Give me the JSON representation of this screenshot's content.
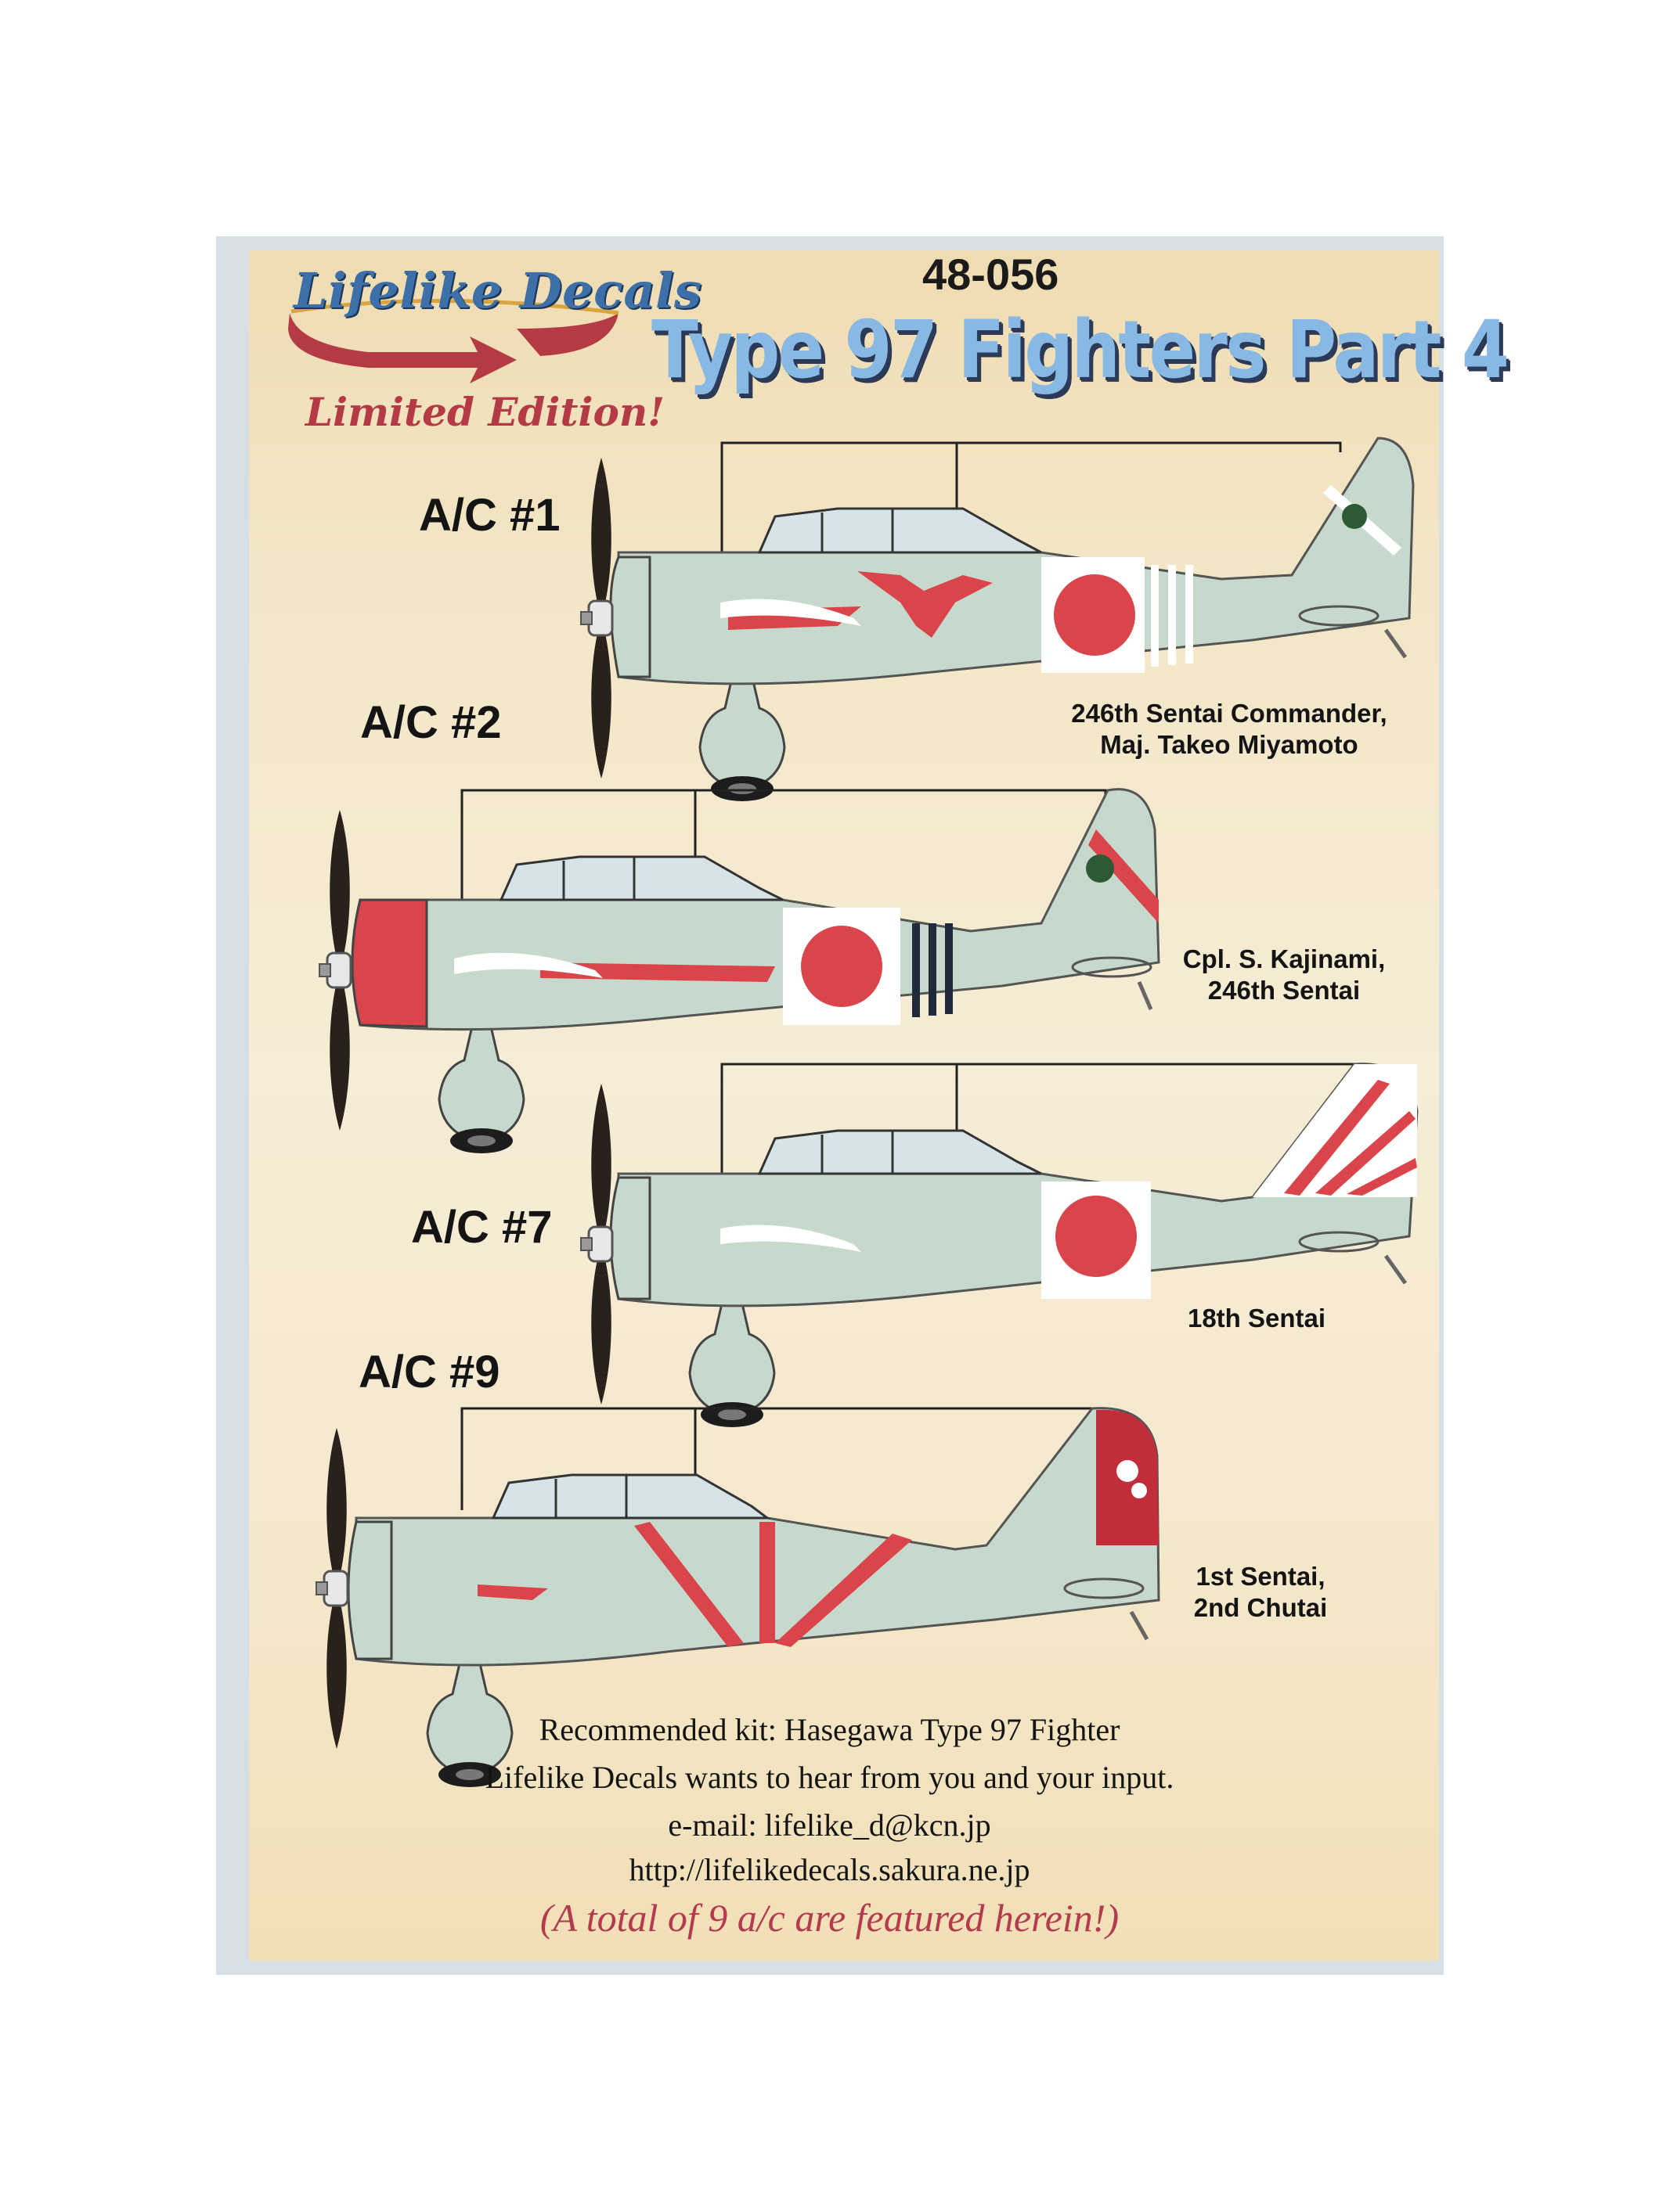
{
  "brand": {
    "name": "Lifelike Decals",
    "edition": "Limited Edition!"
  },
  "product": {
    "catalog_number": "48-056",
    "title": "Type 97 Fighters Part 4"
  },
  "aircraft": [
    {
      "label": "A/C #1",
      "caption_lines": [
        "246th Sentai Commander,",
        "Maj. Takeo Miyamoto"
      ]
    },
    {
      "label": "A/C #2",
      "caption_lines": [
        "Cpl. S. Kajinami,",
        "246th Sentai"
      ]
    },
    {
      "label": "A/C #7",
      "caption_lines": [
        "18th Sentai"
      ]
    },
    {
      "label": "A/C #9",
      "caption_lines": [
        "1st Sentai,",
        "2nd Chutai"
      ]
    }
  ],
  "footer": {
    "kit_line": "Recommended kit: Hasegawa  Type 97 Fighter",
    "feedback_line": "Lifelike Decals wants to hear from you and your input.",
    "email_line": "e-mail: lifelike_d@kcn.jp",
    "url_line": "http://lifelikedecals.sakura.ne.jp",
    "tagline": "(A total of 9 a/c are featured herein!)"
  },
  "colors": {
    "airframe": "#c7d9cc",
    "hinomaru": "#d9454a",
    "title_blue": "#88b8e4",
    "logo_blue": "#3d6fa9",
    "logo_red": "#b43a45",
    "background_light": "#f6edd6",
    "background_warm": "#efdcb2"
  }
}
